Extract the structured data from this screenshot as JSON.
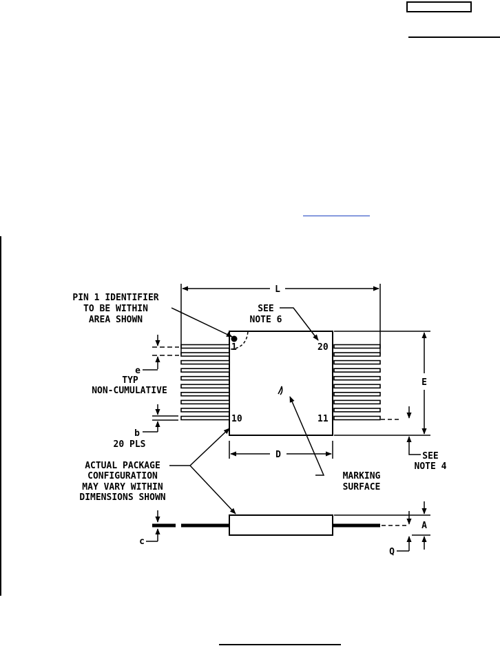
{
  "diagram": {
    "pin_identifier_note": [
      "PIN 1 IDENTIFIER",
      "TO BE WITHIN",
      "AREA SHOWN"
    ],
    "see_note_6": [
      "SEE",
      "NOTE 6"
    ],
    "see_note_4": [
      "SEE",
      "NOTE 4"
    ],
    "pitch_label": [
      "e",
      "TYP",
      "NON-CUMULATIVE"
    ],
    "lead_width_label": [
      "b",
      "20 PLS"
    ],
    "configuration_note": [
      "ACTUAL PACKAGE",
      "CONFIGURATION",
      "MAY VARY WITHIN",
      "DIMENSIONS SHOWN"
    ],
    "marking_note": [
      "MARKING",
      "SURFACE"
    ],
    "dimensions": {
      "overall_length": "L",
      "body_height": "E",
      "body_width": "D",
      "package_thickness": "A",
      "standoff": "Q",
      "lead_thickness": "c"
    },
    "pin_numbers": {
      "top_left": "1",
      "top_right": "20",
      "bottom_left": "10",
      "bottom_right": "11"
    },
    "lead_count_per_side": 10
  }
}
